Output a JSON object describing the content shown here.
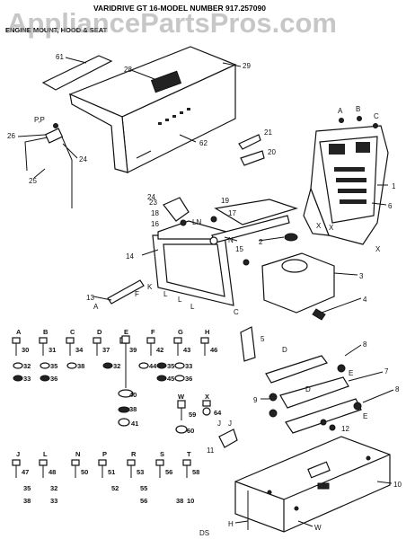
{
  "header": {
    "title": "VARIDRIVE GT 16-MODEL NUMBER 917.257090",
    "subtitle": "ENGINE MOUNT, HOOD & SEAT"
  },
  "watermark": "AppliancePartsPros.com",
  "footer_code": "DS",
  "callouts": {
    "c1": "61",
    "c2": "28",
    "c3": "29",
    "c4": "62",
    "c5": "26",
    "c6": "P,P",
    "c7": "24",
    "c8": "25",
    "c9": "A",
    "c10": "B",
    "c11": "C",
    "c12": "21",
    "c13": "20",
    "c14": "1",
    "c15": "6",
    "c16": "X",
    "c17": "X",
    "c18": "X",
    "c19": "23",
    "c20": "24",
    "c21": "18",
    "c22": "16",
    "c23": "LN",
    "c24": "19",
    "c25": "17",
    "c26": "N",
    "c27": "14",
    "c28": "15",
    "c29": "2",
    "c30": "3",
    "c31": "13",
    "c32": "4",
    "c33": "5",
    "c34": "8",
    "c35": "7",
    "c36": "8",
    "c37": "9",
    "c38": "12",
    "c39": "E",
    "c40": "E",
    "c41": "11",
    "c42": "10",
    "c43": "H",
    "c44": "W",
    "c45": "J",
    "c46": "J",
    "c47": "D",
    "c48": "D",
    "c49": "K",
    "c50": "L",
    "c51": "L",
    "c52": "L",
    "c53": "C",
    "c54": "A",
    "c55": "F"
  },
  "hardware": {
    "r1": [
      {
        "letter": "A",
        "num": "30"
      },
      {
        "letter": "B",
        "num": "31"
      },
      {
        "letter": "C",
        "num": "34"
      },
      {
        "letter": "D",
        "num": "37"
      },
      {
        "letter": "E",
        "num": "39"
      },
      {
        "letter": "F",
        "num": "42"
      },
      {
        "letter": "G",
        "num": "43"
      },
      {
        "letter": "H",
        "num": "46"
      }
    ],
    "r1_washers": [
      "32",
      "33",
      "35",
      "36",
      "38",
      "32",
      "44",
      "35",
      "33",
      "45",
      "36"
    ],
    "r2": [
      {
        "letter": "W",
        "num": "59"
      },
      {
        "letter": "X",
        "num": "64"
      }
    ],
    "r2_extra": [
      "40",
      "38",
      "41",
      "60"
    ],
    "r3": [
      {
        "letter": "J",
        "num": "47"
      },
      {
        "letter": "L",
        "num": "48"
      },
      {
        "letter": "N",
        "num": "50"
      },
      {
        "letter": "P",
        "num": "51"
      },
      {
        "letter": "R",
        "num": "53"
      },
      {
        "letter": "S",
        "num": "56"
      },
      {
        "letter": "T",
        "num": "58"
      }
    ],
    "r3_extra": [
      "35",
      "32",
      "38",
      "33",
      "52",
      "55",
      "38",
      "10",
      "56"
    ]
  }
}
